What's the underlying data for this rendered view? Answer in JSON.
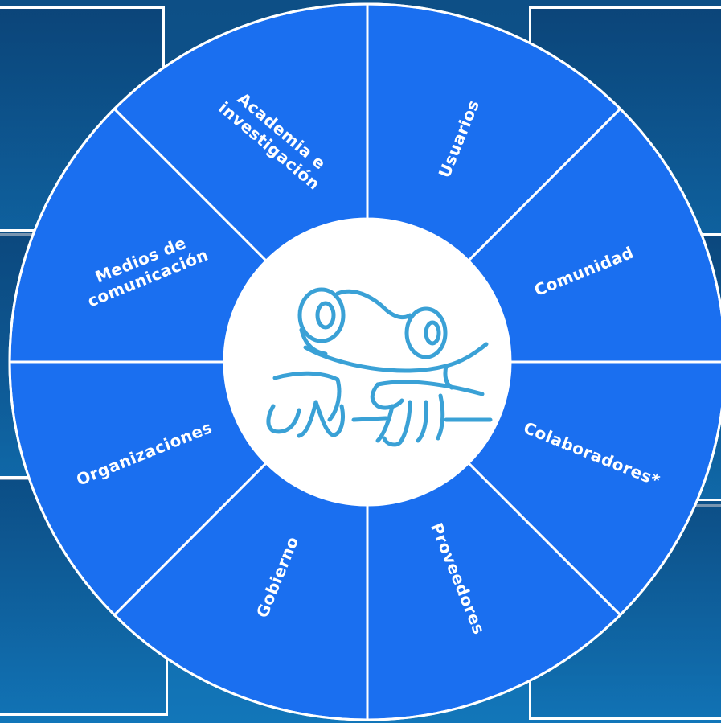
{
  "center_logo": "frog-icon",
  "colors": {
    "background_top": "#0d4f86",
    "background_bottom": "#1276b9",
    "segment_fill": "#1a6ff0",
    "outline": "#ffffff",
    "center_fill": "#ffffff",
    "logo_stroke": "#3aa1d6"
  },
  "segments": [
    {
      "id": "usuarios",
      "lines": [
        "Usuarios"
      ]
    },
    {
      "id": "comunidad",
      "lines": [
        "Comunidad"
      ]
    },
    {
      "id": "colaboradores",
      "lines": [
        "Colaboradores*"
      ]
    },
    {
      "id": "proveedores",
      "lines": [
        "Proveedores"
      ]
    },
    {
      "id": "gobierno",
      "lines": [
        "Gobierno"
      ]
    },
    {
      "id": "organizaciones",
      "lines": [
        "Organizaciones"
      ]
    },
    {
      "id": "medios",
      "lines": [
        "Medios de",
        "comunicación"
      ]
    },
    {
      "id": "academia",
      "lines": [
        "Academia e",
        "investigación"
      ]
    }
  ]
}
